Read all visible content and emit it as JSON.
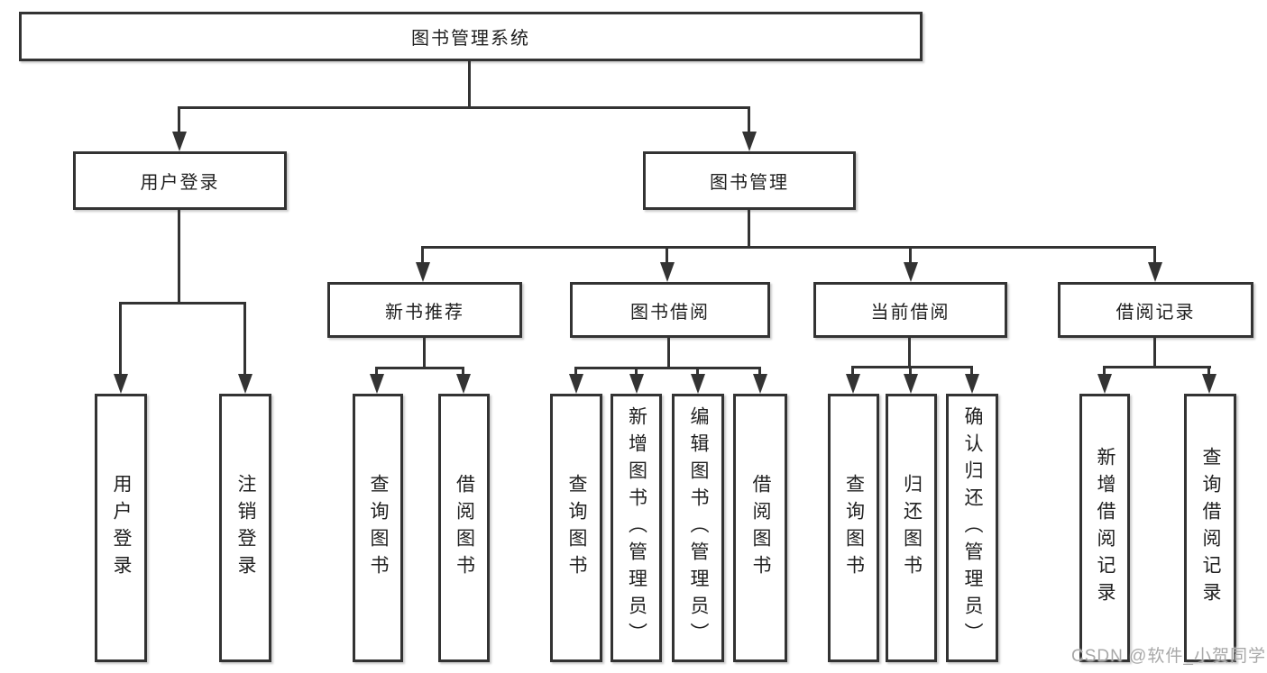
{
  "tree": {
    "root": {
      "label": "图书管理系统"
    },
    "user_login": {
      "label": "用户登录",
      "children": {
        "login": {
          "label": "用户登录"
        },
        "logout": {
          "label": "注销登录"
        }
      }
    },
    "book_mgmt": {
      "label": "图书管理",
      "children": {
        "new_book": {
          "label": "新书推荐",
          "children": {
            "query": {
              "label": "查询图书"
            },
            "borrow": {
              "label": "借阅图书"
            }
          }
        },
        "borrowing": {
          "label": "图书借阅",
          "children": {
            "query": {
              "label": "查询图书"
            },
            "add": {
              "label": "新增图书（管理员）"
            },
            "edit": {
              "label": "编辑图书（管理员）"
            },
            "borrow": {
              "label": "借阅图书"
            }
          }
        },
        "current": {
          "label": "当前借阅",
          "children": {
            "query": {
              "label": "查询图书"
            },
            "return": {
              "label": "归还图书"
            },
            "confirm": {
              "label": "确认归还（管理员）"
            }
          }
        },
        "records": {
          "label": "借阅记录",
          "children": {
            "add": {
              "label": "新增借阅记录"
            },
            "query": {
              "label": "查询借阅记录"
            }
          }
        }
      }
    }
  },
  "watermark": "CSDN @软件_小贺同学",
  "colors": {
    "line": "#333333",
    "node_border": "#333333",
    "node_text": "#212121",
    "watermark_text": "#a8a8a8",
    "background": "#ffffff"
  }
}
